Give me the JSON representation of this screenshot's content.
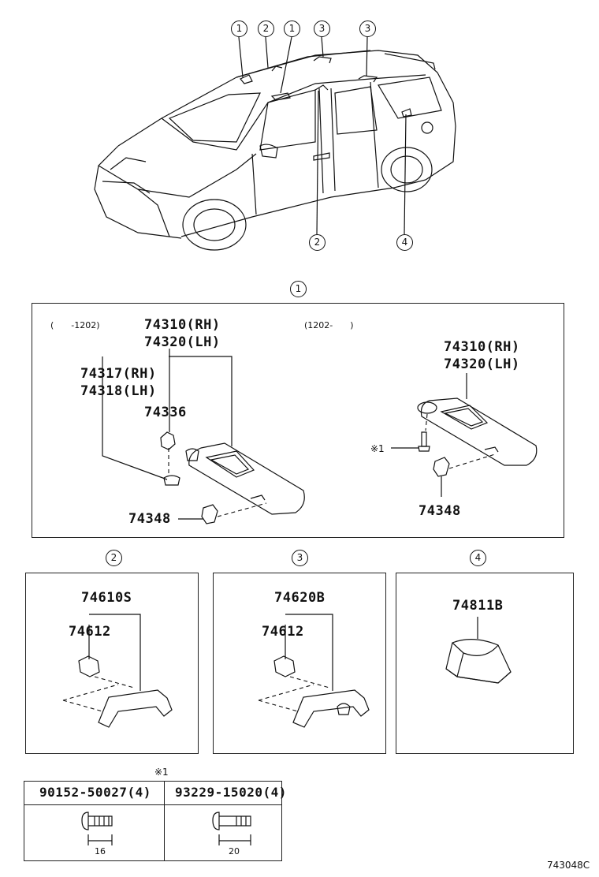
{
  "overview": {
    "callouts_top": [
      "1",
      "2",
      "1",
      "3",
      "3"
    ],
    "callouts_bottom": [
      "2",
      "4"
    ]
  },
  "section1": {
    "header_num": "1",
    "left_range": "(　　-1202)",
    "right_range": "(1202-　　)",
    "left": {
      "p_visor_rh": "74310(RH)",
      "p_visor_lh": "74320(LH)",
      "p_holder_rh": "74317(RH)",
      "p_holder_lh": "74318(LH)",
      "p_clip": "74336",
      "p_hook": "74348"
    },
    "right": {
      "p_visor_rh": "74310(RH)",
      "p_visor_lh": "74320(LH)",
      "screw_mark": "※1",
      "p_hook": "74348"
    }
  },
  "section2": {
    "num": "2",
    "p_grip": "74610S",
    "p_cover": "74612"
  },
  "section3": {
    "num": "3",
    "p_grip": "74620B",
    "p_cover": "74612"
  },
  "section4": {
    "num": "4",
    "p_lamp": "74811B"
  },
  "bolts": {
    "mark": "※1",
    "col1": {
      "part": "90152-50027(4)",
      "length": "16"
    },
    "col2": {
      "part": "93229-15020(4)",
      "length": "20"
    }
  },
  "diagram_code": "743048C"
}
